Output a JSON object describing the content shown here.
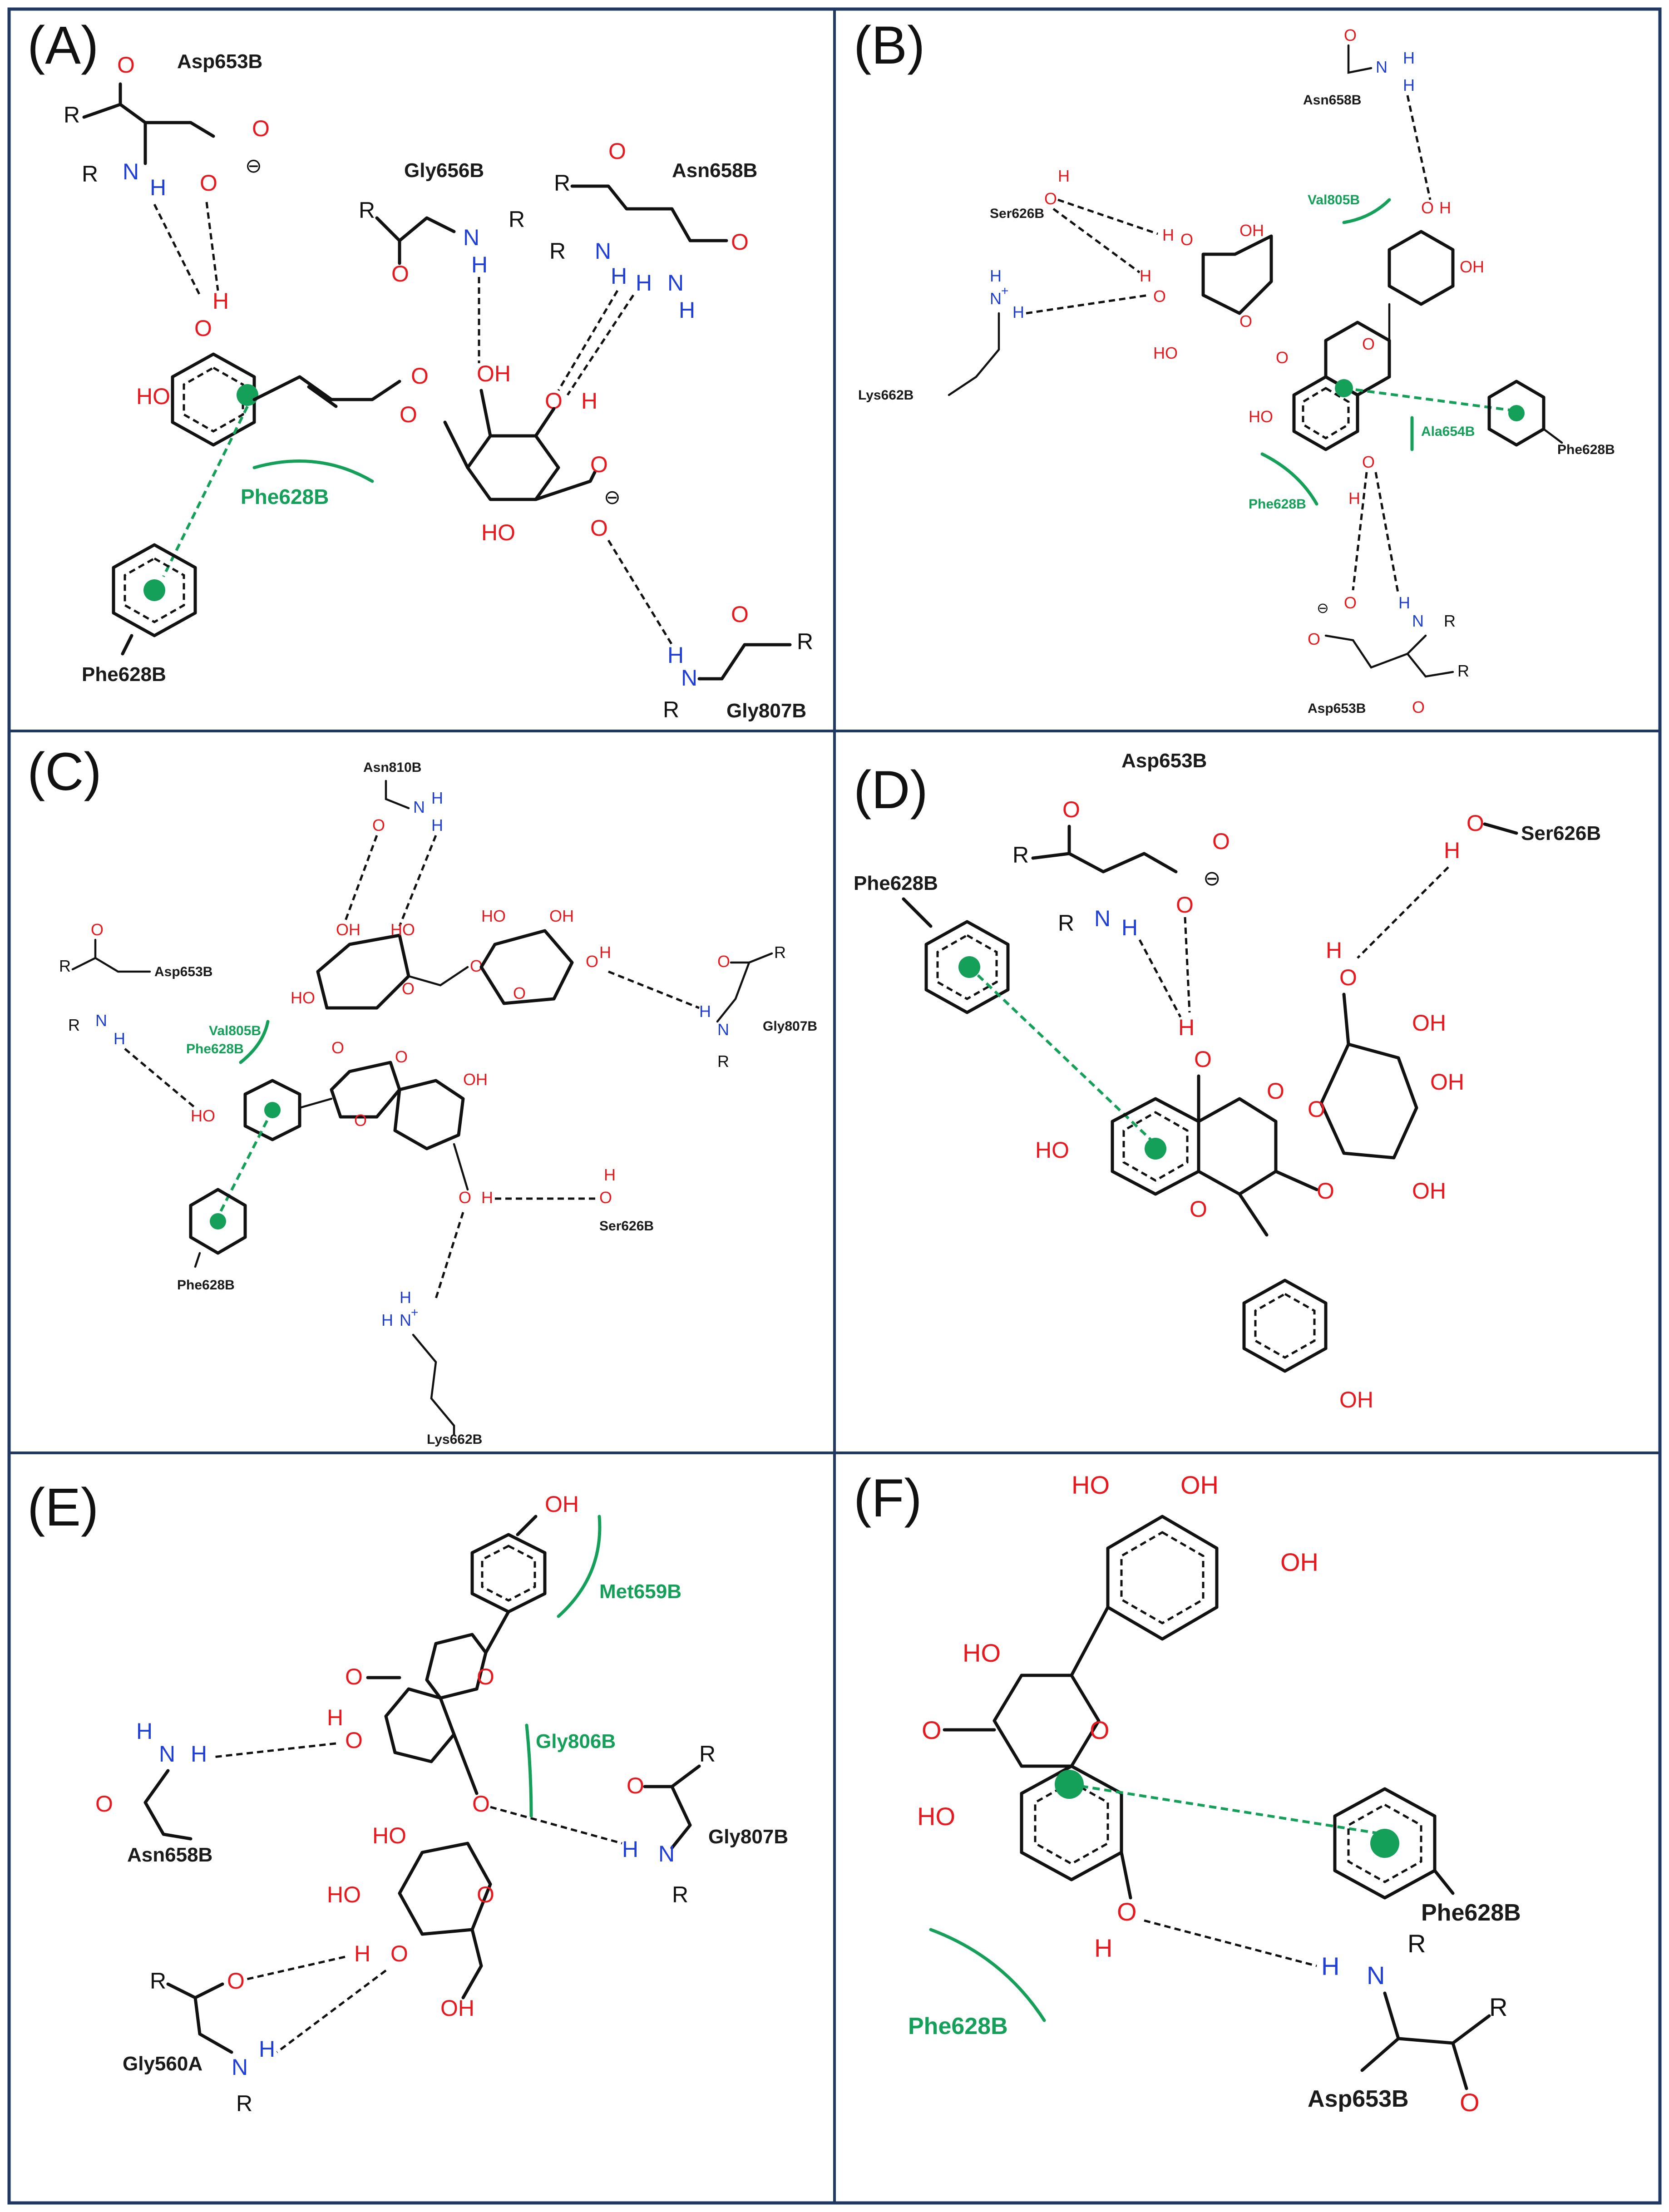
{
  "colors": {
    "border": "#1f3864",
    "bond": "#111111",
    "oxygen": "#e8191e",
    "nitrogen": "#1f3fd6",
    "hydrophobic": "#15a05a",
    "pi_stacking": "#15a05a",
    "hbond": "#111111"
  },
  "atoms": {
    "O": "O",
    "OH": "OH",
    "HO": "HO",
    "H": "H",
    "N": "N",
    "NH": "N",
    "R": "R",
    "Nplus": "N",
    "plus": "+",
    "minus": "⊖"
  },
  "panels": [
    {
      "label": "(A)",
      "residues": [
        "Asp653B",
        "Gly656B",
        "Asn658B",
        "Phe628B",
        "Gly807B"
      ],
      "hydrophobic": [
        "Phe628B"
      ]
    },
    {
      "label": "(B)",
      "residues": [
        "Asn658B",
        "Ser626B",
        "Lys662B",
        "Phe628B",
        "Asp653B"
      ],
      "hydrophobic": [
        "Val805B",
        "Ala654B",
        "Phe628B"
      ]
    },
    {
      "label": "(C)",
      "residues": [
        "Asn810B",
        "Asp653B",
        "Gly807B",
        "Phe628B",
        "Ser626B",
        "Lys662B"
      ],
      "hydrophobic": [
        "Val805B",
        "Phe628B"
      ]
    },
    {
      "label": "(D)",
      "residues": [
        "Asp653B",
        "Ser626B",
        "Phe628B"
      ],
      "hydrophobic": []
    },
    {
      "label": "(E)",
      "residues": [
        "Asn658B",
        "Gly807B",
        "Gly560A"
      ],
      "hydrophobic": [
        "Met659B",
        "Gly806B"
      ]
    },
    {
      "label": "(F)",
      "residues": [
        "Phe628B",
        "Asp653B"
      ],
      "hydrophobic": [
        "Phe628B"
      ]
    }
  ]
}
